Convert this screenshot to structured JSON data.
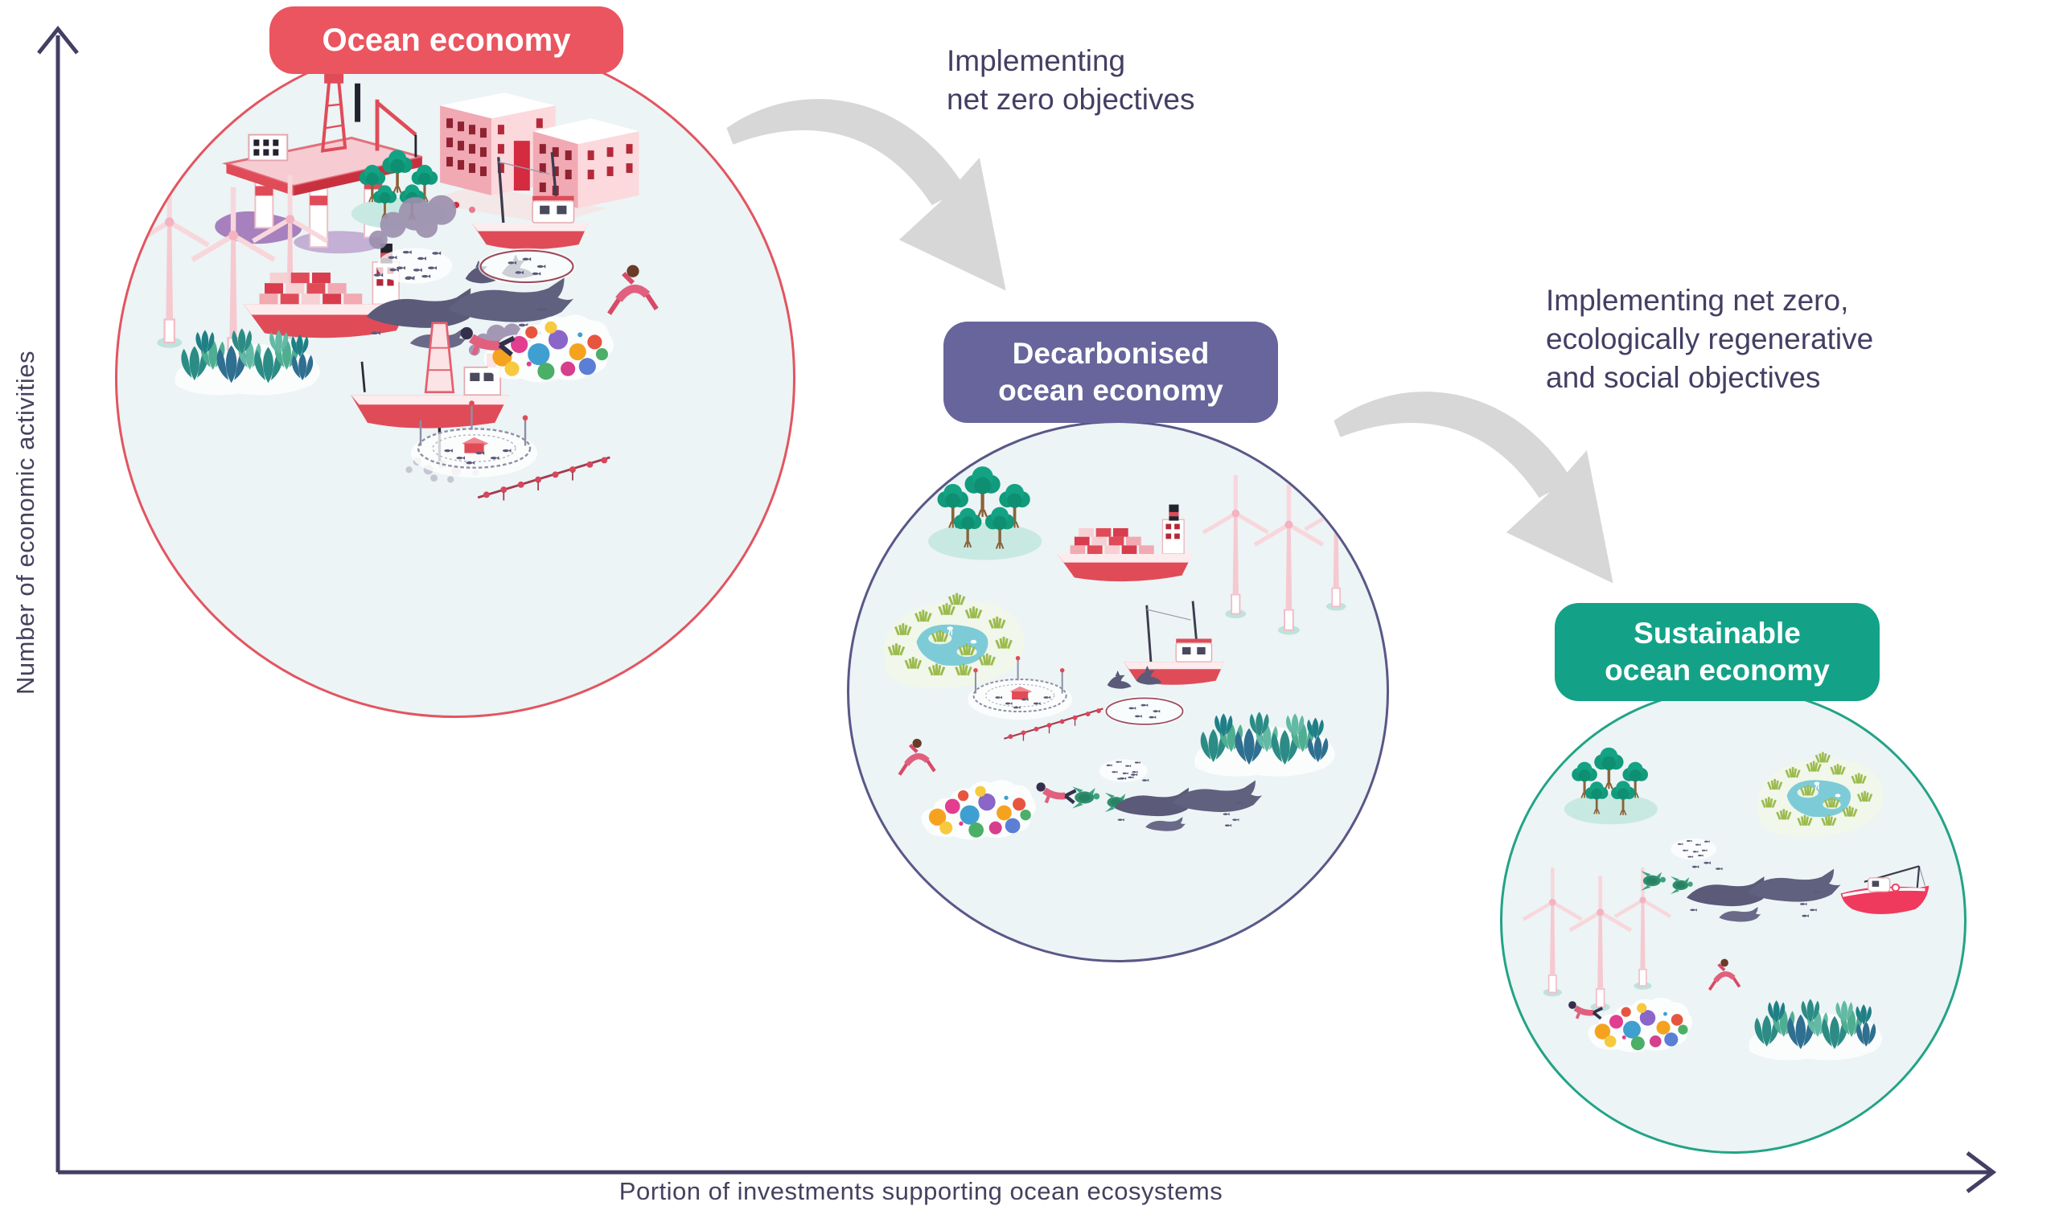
{
  "diagram": {
    "y_axis_label": "Number of economic activities",
    "x_axis_label": "Portion of investments supporting ocean ecosystems"
  },
  "stages": [
    {
      "label": "Ocean economy",
      "pill_color": "#ea5560",
      "circle_border_color": "#e25560",
      "items": [
        "oil-platform",
        "oil-spill",
        "coastal-hotels",
        "mangroves",
        "offshore-wind-turbines",
        "container-ship",
        "smoke-plume",
        "fishing-trawler",
        "dolphins",
        "wild-fish-school",
        "fish-pen",
        "whales",
        "kelp-forest",
        "drilling-ship",
        "seabed-plume",
        "coral-reef",
        "scuba-diver",
        "swimmer",
        "aquaculture-cage",
        "longline-buoys"
      ]
    },
    {
      "label": "Decarbonised\nocean economy",
      "pill_color": "#67659b",
      "circle_border_color": "#5a5787",
      "items": [
        "mangroves",
        "container-ship",
        "offshore-wind-turbines",
        "saltmarsh-wetland",
        "fishing-trawler",
        "dolphins",
        "aquaculture-cage",
        "longline-buoys",
        "fish-pen",
        "kelp-forest",
        "coral-reef",
        "swimmer",
        "scuba-diver",
        "wild-fish-school",
        "sea-turtles",
        "whales"
      ]
    },
    {
      "label": "Sustainable\nocean economy",
      "pill_color": "#13a287",
      "circle_border_color": "#23a386",
      "items": [
        "mangroves",
        "saltmarsh-wetland",
        "offshore-wind-turbines",
        "wild-fish-school",
        "sea-turtles",
        "whales",
        "leisure-boat",
        "coral-reef",
        "scuba-diver",
        "swimmer",
        "kelp-forest"
      ]
    }
  ],
  "transitions": [
    {
      "label": "Implementing\nnet zero objectives"
    },
    {
      "label": "Implementing net zero,\necologically regenerative\nand social objectives"
    }
  ],
  "colors": {
    "circle_fill": "#ecf4f5",
    "arrow_gray": "#d7d7d7",
    "text_navy": "#433f63",
    "axis": "#433f63"
  }
}
